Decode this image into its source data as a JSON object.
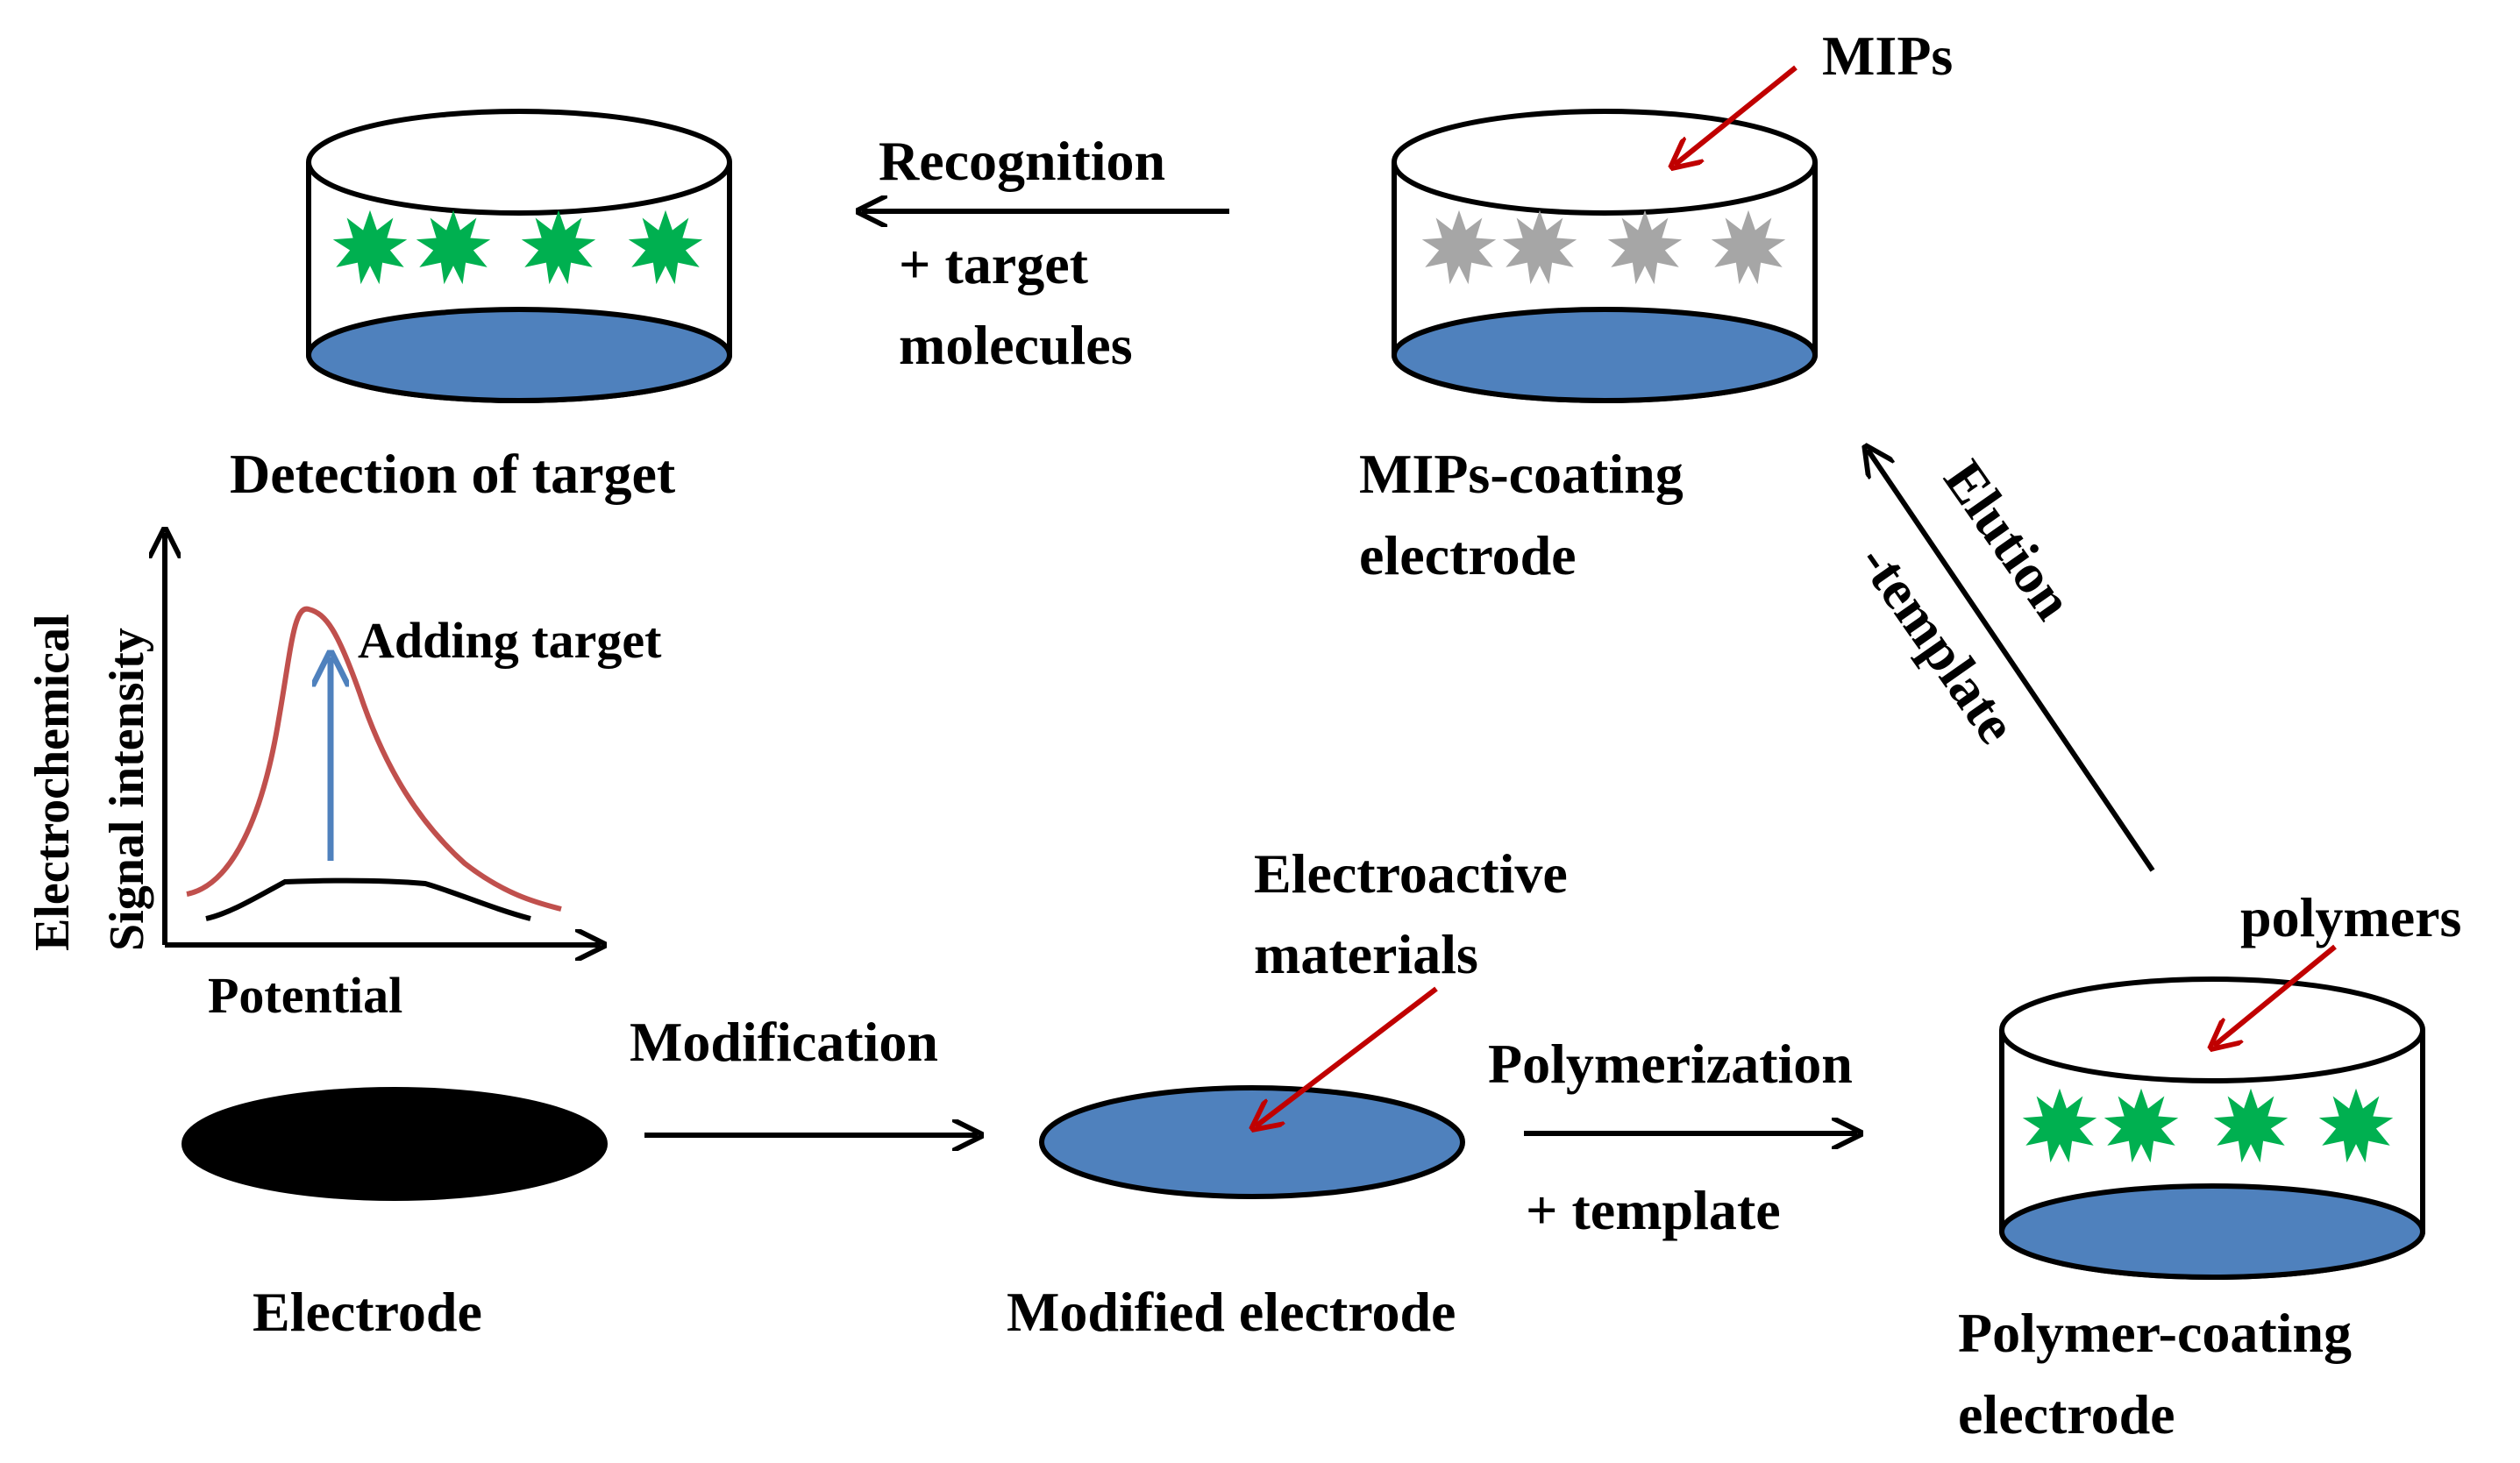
{
  "labels": {
    "recognition": "Recognition",
    "target_line1": "+ target",
    "target_line2": "molecules",
    "mips": "MIPs",
    "detection": "Detection of target",
    "mips_electrode_line1": "MIPs-coating",
    "mips_electrode_line2": "electrode",
    "elution": "Elution",
    "minus_template": "-template",
    "adding_target": "Adding target",
    "ylabel_line1": "Electrochemical",
    "ylabel_line2": "Signal intensity",
    "xlabel": "Potential",
    "electroactive_line1": "Electroactive",
    "electroactive_line2": "materials",
    "modification": "Modification",
    "polymerization": "Polymerization",
    "plus_template": "+ template",
    "polymers": "polymers",
    "electrode": "Electrode",
    "modified_electrode": "Modified electrode",
    "polymer_electrode_line1": "Polymer-coating",
    "polymer_electrode_line2": "electrode"
  },
  "colors": {
    "electrode_blue": "#4f81bd",
    "template_green": "#00b050",
    "cavity_gray": "#a6a6a6",
    "pointer_red": "#c00000",
    "signal_red": "#c0504d",
    "signal_arrow_blue": "#4f81bd",
    "electrode_black": "#000000"
  },
  "icons": {
    "template_molecule": "star-burst-icon",
    "imprinted_cavity": "star-burst-outline-icon"
  }
}
